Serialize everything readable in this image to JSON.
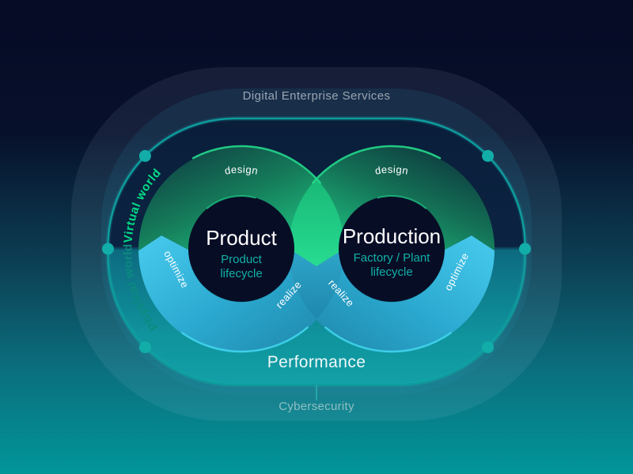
{
  "zones": {
    "outer_top_label": "Digital Enterprise Services",
    "outer_bottom_label": "Cybersecurity",
    "performance_label": "Performance",
    "virtual_world": "Virtual world",
    "physical_world": "Physical world"
  },
  "product_ring": {
    "title": "Product",
    "subtitle_line1": "Product",
    "subtitle_line2": "lifecycle",
    "design": "design",
    "realize": "realize",
    "optimize": "optimize"
  },
  "production_ring": {
    "title": "Production",
    "subtitle_line1": "Factory / Plant",
    "subtitle_line2": "lifecycle",
    "design": "design",
    "realize": "realize",
    "optimize": "optimize"
  },
  "colors": {
    "background_top": "#060b25",
    "background_bottom": "#01969a",
    "accent_green": "#20ce88",
    "accent_cyan": "#45c8ec",
    "orbit_line": "#0e9c9c",
    "virtual_world_green": "#00de87",
    "physical_world_teal": "#0b8b7f",
    "lifecycle_teal": "#10b1a6",
    "core_circle": "#080d26"
  }
}
